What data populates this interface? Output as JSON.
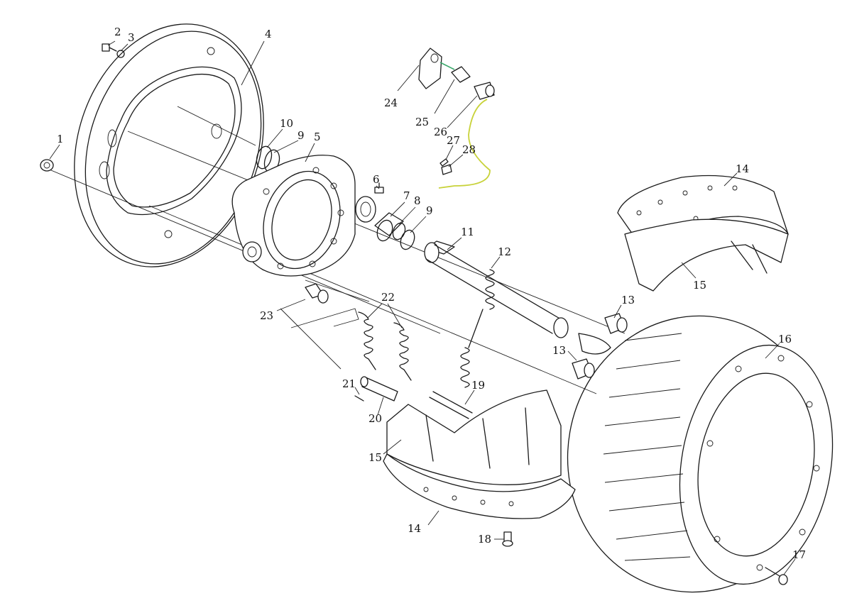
{
  "labels": [
    "1",
    "2",
    "3",
    "4",
    "5",
    "6",
    "7",
    "8",
    "9",
    "9",
    "10",
    "11",
    "12",
    "13",
    "13",
    "14",
    "14",
    "15",
    "15",
    "16",
    "17",
    "18",
    "19",
    "20",
    "21",
    "22",
    "23",
    "24",
    "25",
    "26",
    "27",
    "28"
  ],
  "colors": {
    "line": "#1a1a1a",
    "wire_yellow": "#c8d23a",
    "wire_green": "#3aa86b"
  }
}
